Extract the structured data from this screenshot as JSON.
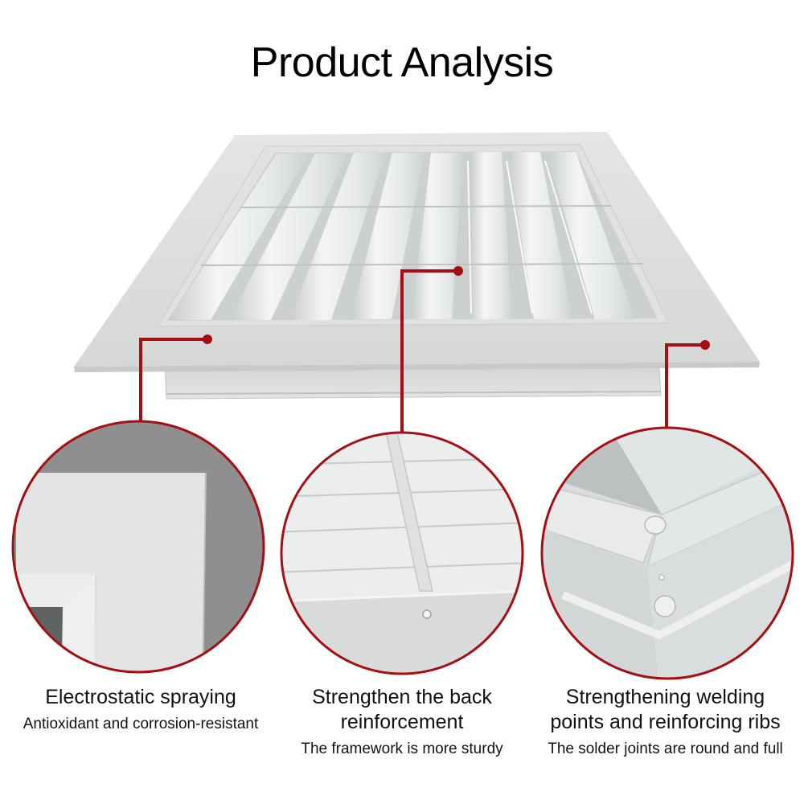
{
  "title": "Product Analysis",
  "accent_color": "#a50f14",
  "product": {
    "name": "air-vent-grille",
    "louver_count": 8,
    "finish_color": "#dcdedd"
  },
  "features": [
    {
      "heading": "Electrostatic spraying",
      "subtext": "Antioxidant and corrosion-resistant",
      "detail_image": "frame-corner-closeup"
    },
    {
      "heading_line1": "Strengthen the back",
      "heading_line2": "reinforcement",
      "subtext": "The framework is more sturdy",
      "detail_image": "back-reinforcement-rib-closeup"
    },
    {
      "heading_line1": "Strengthening welding",
      "heading_line2": "points and reinforcing ribs",
      "subtext": "The solder joints are round and full",
      "detail_image": "welding-points-closeup"
    }
  ]
}
